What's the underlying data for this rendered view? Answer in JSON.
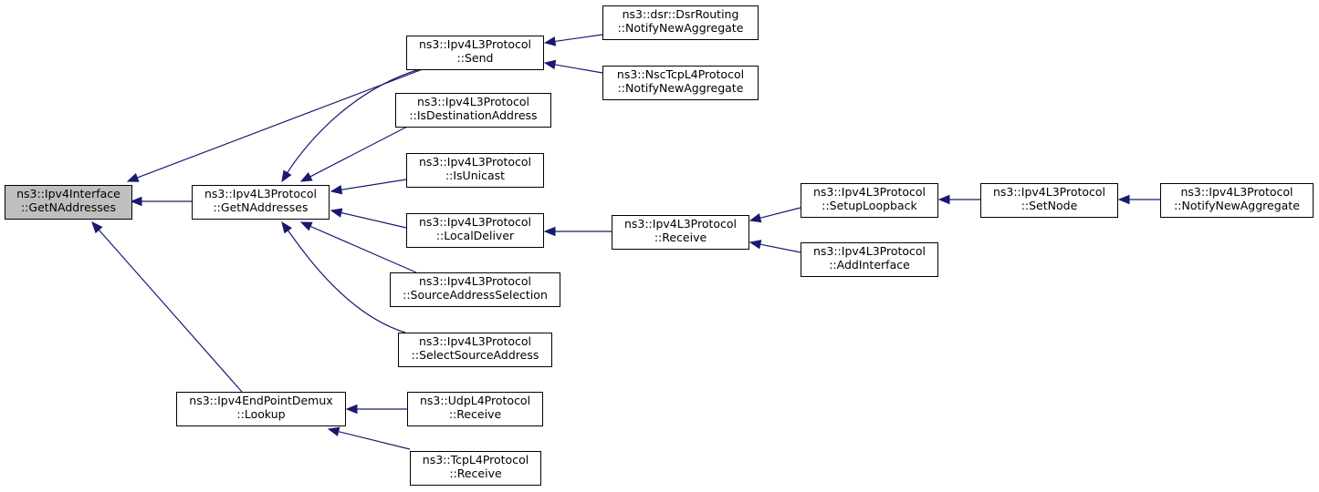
{
  "graph": {
    "colors": {
      "edge": "#191970",
      "focus_fill": "#bfbfbf",
      "node_fill": "#ffffff",
      "border": "#000000"
    },
    "nodes": [
      {
        "id": "ipv4interface_getnaddresses",
        "lines": [
          "ns3::Ipv4Interface",
          "::GetNAddresses"
        ],
        "focus": true
      },
      {
        "id": "l3_getnaddresses",
        "lines": [
          "ns3::Ipv4L3Protocol",
          "::GetNAddresses"
        ]
      },
      {
        "id": "l3_send",
        "lines": [
          "ns3::Ipv4L3Protocol",
          "::Send"
        ]
      },
      {
        "id": "l3_isdestinationaddress",
        "lines": [
          "ns3::Ipv4L3Protocol",
          "::IsDestinationAddress"
        ]
      },
      {
        "id": "l3_isunicast",
        "lines": [
          "ns3::Ipv4L3Protocol",
          "::IsUnicast"
        ]
      },
      {
        "id": "l3_localdeliver",
        "lines": [
          "ns3::Ipv4L3Protocol",
          "::LocalDeliver"
        ]
      },
      {
        "id": "l3_sourceaddressselection",
        "lines": [
          "ns3::Ipv4L3Protocol",
          "::SourceAddressSelection"
        ]
      },
      {
        "id": "l3_selectsourceaddress",
        "lines": [
          "ns3::Ipv4L3Protocol",
          "::SelectSourceAddress"
        ]
      },
      {
        "id": "endpointdemux_lookup",
        "lines": [
          "ns3::Ipv4EndPointDemux",
          "::Lookup"
        ]
      },
      {
        "id": "dsr_notifynewaggregate",
        "lines": [
          "ns3::dsr::DsrRouting",
          "::NotifyNewAggregate"
        ]
      },
      {
        "id": "nsc_notifynewaggregate",
        "lines": [
          "ns3::NscTcpL4Protocol",
          "::NotifyNewAggregate"
        ]
      },
      {
        "id": "l3_receive",
        "lines": [
          "ns3::Ipv4L3Protocol",
          "::Receive"
        ]
      },
      {
        "id": "l3_setuploopback",
        "lines": [
          "ns3::Ipv4L3Protocol",
          "::SetupLoopback"
        ]
      },
      {
        "id": "l3_addinterface",
        "lines": [
          "ns3::Ipv4L3Protocol",
          "::AddInterface"
        ]
      },
      {
        "id": "l3_setnode",
        "lines": [
          "ns3::Ipv4L3Protocol",
          "::SetNode"
        ]
      },
      {
        "id": "l3_notifynewaggregate",
        "lines": [
          "ns3::Ipv4L3Protocol",
          "::NotifyNewAggregate"
        ]
      },
      {
        "id": "udp_receive",
        "lines": [
          "ns3::UdpL4Protocol",
          "::Receive"
        ]
      },
      {
        "id": "tcp_receive",
        "lines": [
          "ns3::TcpL4Protocol",
          "::Receive"
        ]
      }
    ],
    "edges": [
      {
        "from": "l3_getnaddresses",
        "to": "ipv4interface_getnaddresses"
      },
      {
        "from": "l3_send",
        "to": "ipv4interface_getnaddresses"
      },
      {
        "from": "endpointdemux_lookup",
        "to": "ipv4interface_getnaddresses"
      },
      {
        "from": "l3_send",
        "to": "l3_getnaddresses"
      },
      {
        "from": "l3_isdestinationaddress",
        "to": "l3_getnaddresses"
      },
      {
        "from": "l3_isunicast",
        "to": "l3_getnaddresses"
      },
      {
        "from": "l3_localdeliver",
        "to": "l3_getnaddresses"
      },
      {
        "from": "l3_sourceaddressselection",
        "to": "l3_getnaddresses"
      },
      {
        "from": "l3_selectsourceaddress",
        "to": "l3_getnaddresses"
      },
      {
        "from": "dsr_notifynewaggregate",
        "to": "l3_send"
      },
      {
        "from": "nsc_notifynewaggregate",
        "to": "l3_send"
      },
      {
        "from": "l3_receive",
        "to": "l3_localdeliver"
      },
      {
        "from": "l3_setuploopback",
        "to": "l3_receive"
      },
      {
        "from": "l3_addinterface",
        "to": "l3_receive"
      },
      {
        "from": "l3_setnode",
        "to": "l3_setuploopback"
      },
      {
        "from": "l3_notifynewaggregate",
        "to": "l3_setnode"
      },
      {
        "from": "udp_receive",
        "to": "endpointdemux_lookup"
      },
      {
        "from": "tcp_receive",
        "to": "endpointdemux_lookup"
      }
    ]
  }
}
